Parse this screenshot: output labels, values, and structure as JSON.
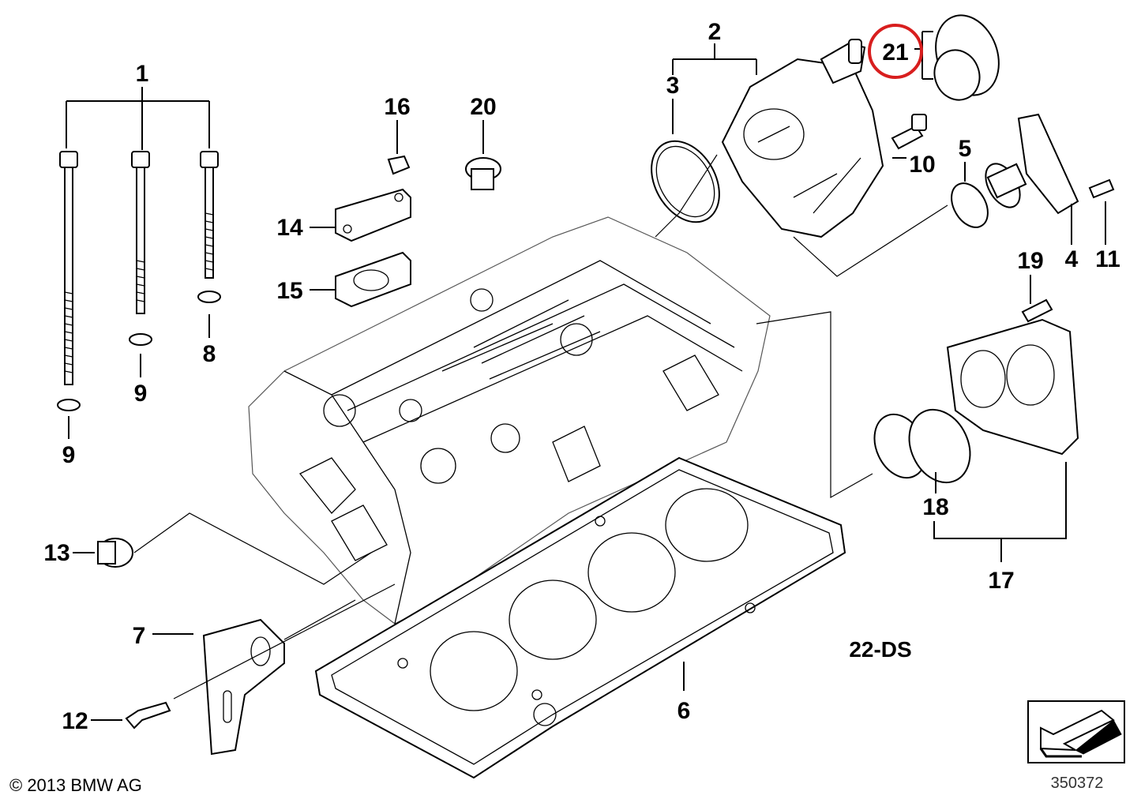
{
  "callouts": {
    "c1": "1",
    "c2": "2",
    "c3": "3",
    "c4": "4",
    "c5": "5",
    "c6": "6",
    "c7": "7",
    "c8": "8",
    "c9a": "9",
    "c9b": "9",
    "c10": "10",
    "c11": "11",
    "c12": "12",
    "c13": "13",
    "c14": "14",
    "c15": "15",
    "c16": "16",
    "c17": "17",
    "c18": "18",
    "c19": "19",
    "c20": "20",
    "c21": "21"
  },
  "group_ref": "22-DS",
  "copyright": "© 2013 BMW AG",
  "image_number": "350372",
  "highlight": {
    "target": "21",
    "color": "#d81e1e"
  },
  "colors": {
    "line": "#000000",
    "background": "#ffffff"
  }
}
